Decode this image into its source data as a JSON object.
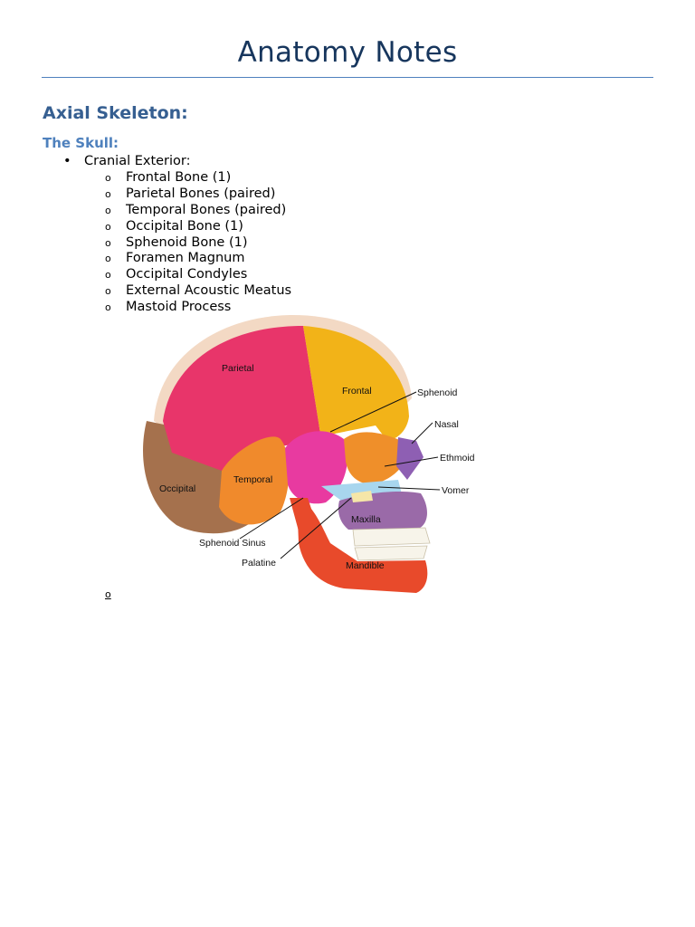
{
  "title": "Anatomy Notes",
  "heading": "Axial Skeleton:",
  "subheading": "The Skull:",
  "bullet": {
    "marker": "•",
    "text": "Cranial Exterior:"
  },
  "sub_marker": "o",
  "sub_items": [
    "Frontal Bone (1)",
    "Parietal Bones (paired)",
    "Temporal Bones (paired)",
    "Occipital Bone (1)",
    "Sphenoid Bone (1)",
    "Foramen Magnum",
    "Occipital Condyles",
    "External Acoustic Meatus",
    "Mastoid Process"
  ],
  "figure": {
    "labels": {
      "parietal": "Parietal",
      "frontal": "Frontal",
      "sphenoid": "Sphenoid",
      "nasal": "Nasal",
      "ethmoid": "Ethmoid",
      "vomer": "Vomer",
      "temporal": "Temporal",
      "occipital": "Occipital",
      "maxilla": "Maxilla",
      "sphenoid_sinus": "Sphenoid Sinus",
      "palatine": "Palatine",
      "mandible": "Mandible"
    },
    "colors": {
      "parietal": "#e8356a",
      "frontal": "#f2b318",
      "temporal": "#f08a2c",
      "occipital": "#a5714d",
      "sphenoid": "#e83aa0",
      "ethmoid": "#ef8f2a",
      "nasal": "#8e5fb3",
      "vomer": "#a8d6ee",
      "maxilla": "#9a6aa8",
      "mandible": "#e84a2b",
      "palatine": "#f5e6a8"
    }
  },
  "trailing_marker": "o"
}
